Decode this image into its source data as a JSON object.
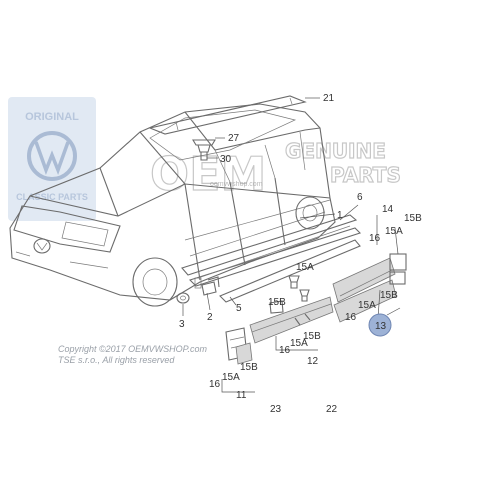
{
  "watermark": {
    "line1": "ORIGINAL",
    "line2": "CLASSIC PARTS",
    "oem_top": "GENUINE",
    "oem_bottom": "PARTS",
    "site": "oemvwshop.com",
    "copyright_line1": "Copyright ©2017 OEMVWSHOP.com",
    "copyright_line2": "TSE s.r.o., All rights reserved"
  },
  "callouts": {
    "c21": "21",
    "c27": "27",
    "c30": "30",
    "c1": "1",
    "c6": "6",
    "c5": "5",
    "c3": "3",
    "c2": "2",
    "c15a_mid": "15A",
    "c15b_mid": "15B",
    "c16_mid": "16",
    "c12": "12",
    "c14": "14",
    "c15b_top": "15B",
    "c16_top": "16",
    "c15a_top": "15A",
    "c15b_right": "15B",
    "c15a_right": "15A",
    "c16_right": "16",
    "c13": "13",
    "c16_left": "16",
    "c15a_left": "15A",
    "c15b_left": "15B",
    "c11": "11",
    "c23": "23",
    "c22": "22"
  },
  "colors": {
    "highlight": "#9db2d6",
    "watermark": "#c9d7ea"
  }
}
